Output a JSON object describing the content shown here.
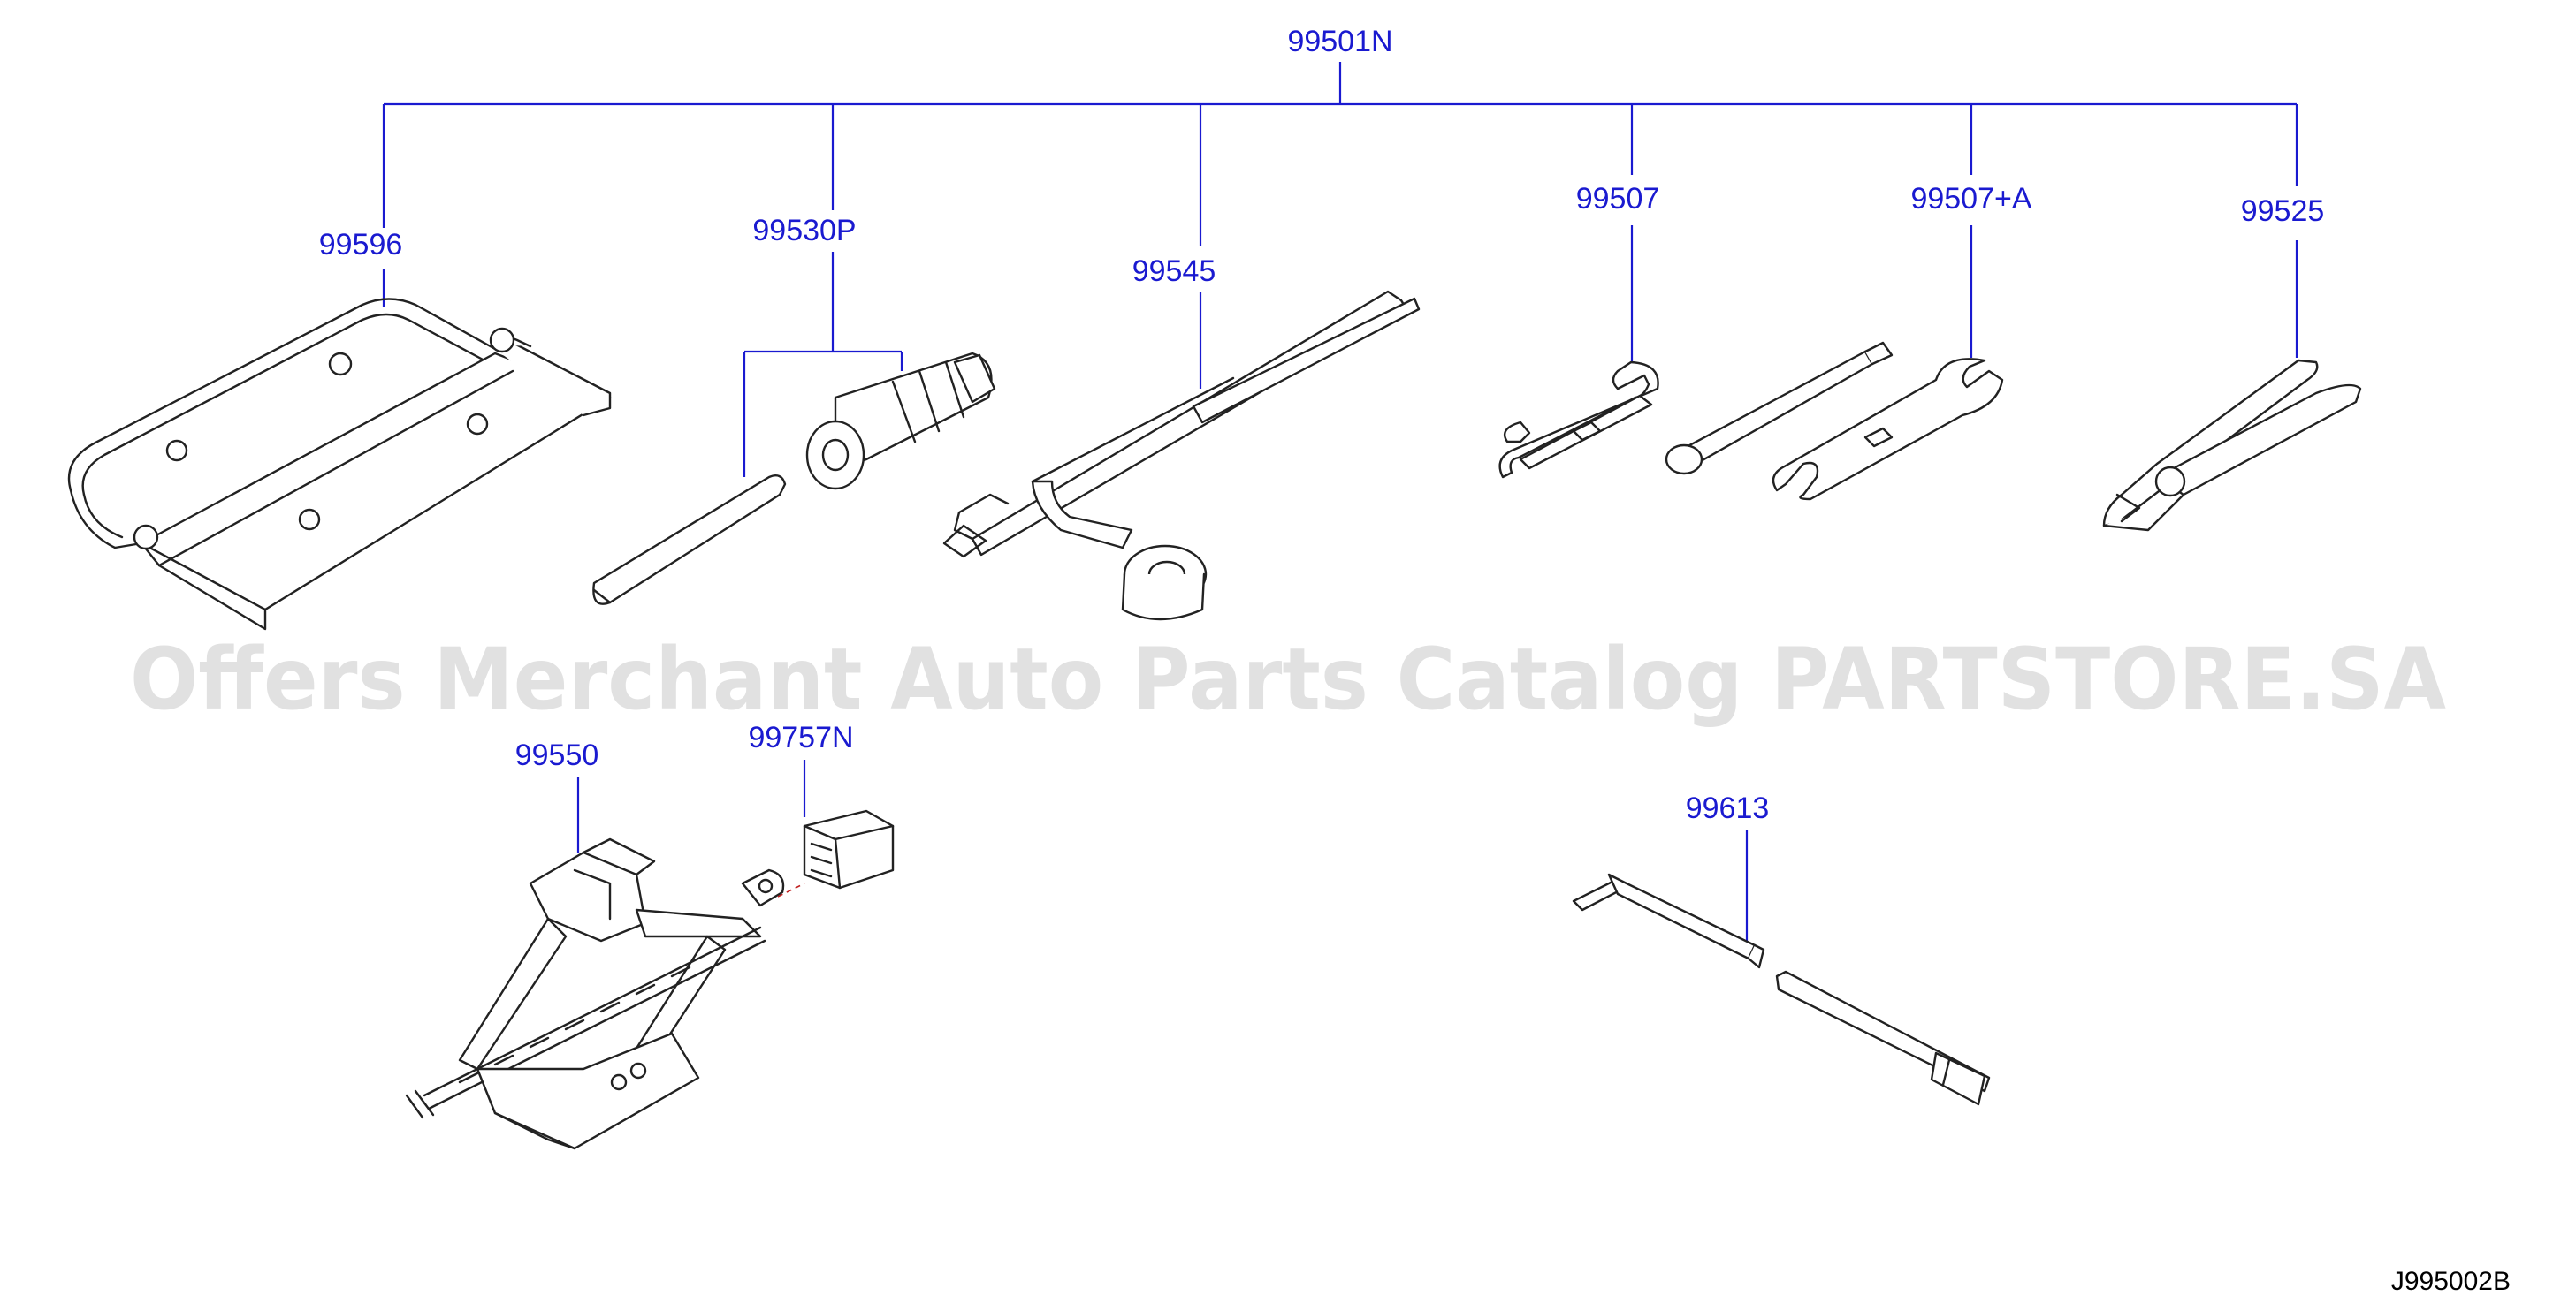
{
  "diagram": {
    "root_label": "99501N",
    "parts": [
      {
        "id": "99596"
      },
      {
        "id": "99530P"
      },
      {
        "id": "99545"
      },
      {
        "id": "99507"
      },
      {
        "id": "99507+A"
      },
      {
        "id": "99525"
      },
      {
        "id": "99550"
      },
      {
        "id": "99757N"
      },
      {
        "id": "99613"
      }
    ],
    "reference_code": "J995002B",
    "watermark": "Offers Merchant Auto Parts Catalog PARTSTORE.SA"
  },
  "colors": {
    "label": "#1a1ad0",
    "linework": "#222222",
    "watermark": "#c8c8c8",
    "background": "#ffffff"
  }
}
